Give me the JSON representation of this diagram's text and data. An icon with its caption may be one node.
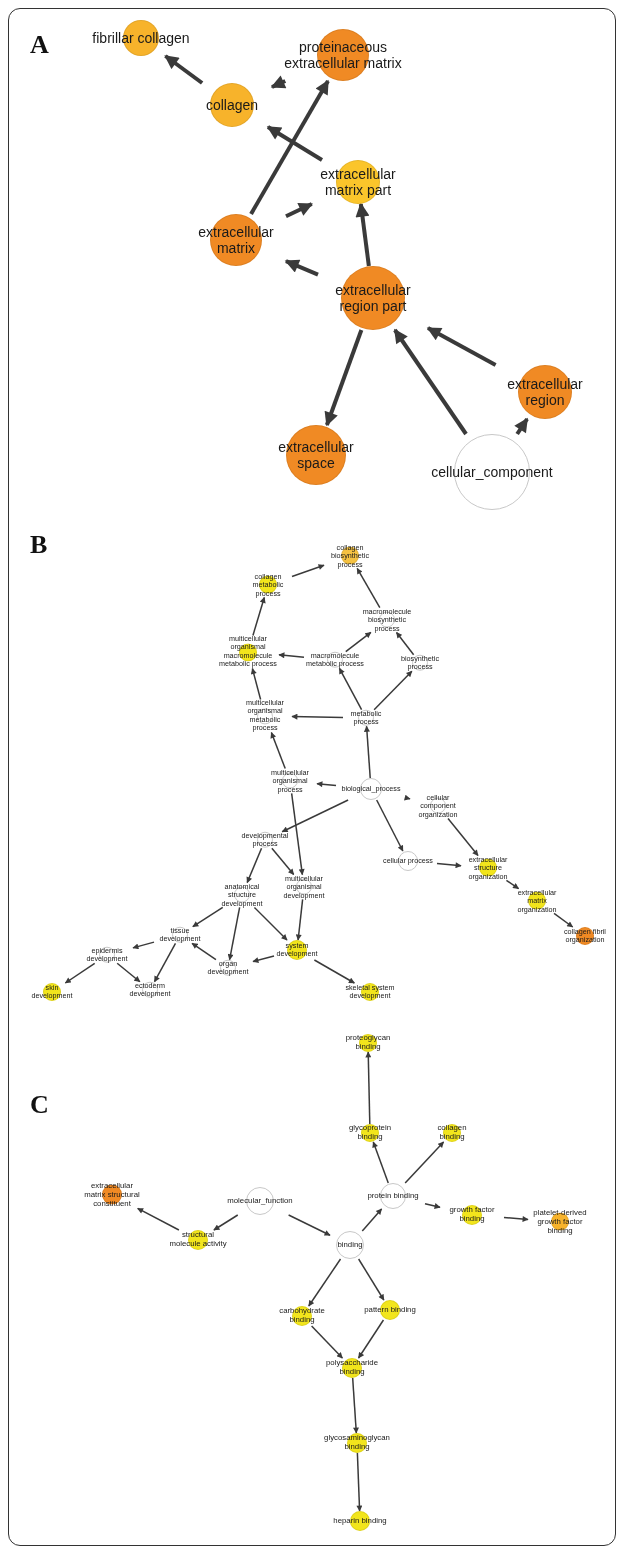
{
  "diagram": {
    "nodes": [
      {
        "text": [
          "fibrillar collagen"
        ]
      },
      {
        "text": [
          "proteinaceous extracellular matrix"
        ]
      },
      {
        "text": [
          "collagen"
        ]
      },
      {
        "text": [
          "extracellular matrix part"
        ]
      },
      {
        "text": [
          "extracellular matrix"
        ]
      },
      {
        "text": [
          "extracellular region part"
        ]
      },
      {
        "text": [
          "extracellular region"
        ]
      },
      {
        "text": [
          "extracellular space"
        ]
      },
      {
        "text": [
          "cellular_component"
        ]
      },
      {
        "text": [
          "collagen biosynthetic process"
        ]
      },
      {
        "text": [
          "collagen metabolic process"
        ]
      },
      {
        "text": [
          "multicellular organismal macromolecule metabolic process"
        ]
      },
      {
        "text": [
          "macromolecule biosynthetic process"
        ]
      },
      {
        "text": [
          "macromolecule metabolic process"
        ]
      },
      {
        "text": [
          "biosynthetic process"
        ]
      },
      {
        "text": [
          "multicellular organismal metabolic process"
        ]
      },
      {
        "text": [
          "metabolic process"
        ]
      },
      {
        "text": [
          "multicellular organismal process"
        ]
      },
      {
        "text": [
          "biological_process"
        ]
      },
      {
        "text": [
          "cellular component organization"
        ]
      },
      {
        "text": [
          "developmental process"
        ]
      },
      {
        "text": [
          "cellular process"
        ]
      },
      {
        "text": [
          "extracellular structure organization"
        ]
      },
      {
        "text": [
          "anatomical structure development"
        ]
      },
      {
        "text": [
          "multicellular organismal development"
        ]
      },
      {
        "text": [
          "extracellular matrix organization"
        ]
      },
      {
        "text": [
          "tissue development"
        ]
      },
      {
        "text": [
          "epidermis development"
        ]
      },
      {
        "text": [
          "organ development"
        ]
      },
      {
        "text": [
          "system development"
        ]
      },
      {
        "text": [
          "collagen fibril organization"
        ]
      },
      {
        "text": [
          "skin development"
        ]
      },
      {
        "text": [
          "ectoderm development"
        ]
      },
      {
        "text": [
          "skeletal system development"
        ]
      },
      {
        "text": [
          "extracellular matrix structural constituent"
        ]
      },
      {
        "text": [
          "molecular_function"
        ]
      },
      {
        "text": [
          "structural molecule activity"
        ]
      },
      {
        "text": [
          "proteoglycan binding"
        ]
      },
      {
        "text": [
          "glycoprotein binding"
        ]
      },
      {
        "text": [
          "collagen binding"
        ]
      },
      {
        "text": [
          "protein binding"
        ]
      },
      {
        "text": [
          "growth factor binding"
        ]
      },
      {
        "text": [
          "platelet-derived growth factor binding"
        ]
      },
      {
        "text": [
          "binding"
        ]
      },
      {
        "text": [
          "carbohydrate binding"
        ]
      },
      {
        "text": [
          "pattern binding"
        ]
      },
      {
        "text": [
          "polysaccharide binding"
        ]
      },
      {
        "text": [
          "glycosaminoglycan binding"
        ]
      },
      {
        "text": [
          "heparin binding"
        ]
      }
    ],
    "edges": [
      {
        "from": 2,
        "to": 0,
        "arrow": "to",
        "style": "thick"
      },
      {
        "from": 1,
        "to": 2,
        "arrow": "to",
        "style": "thick"
      },
      {
        "from": 3,
        "to": 2,
        "arrow": "to",
        "style": "thick"
      },
      {
        "from": 4,
        "to": 1,
        "arrow": "to",
        "style": "thick"
      },
      {
        "from": 4,
        "to": 3,
        "arrow": "to",
        "style": "thick"
      },
      {
        "from": 5,
        "to": 3,
        "arrow": "to",
        "style": "thick"
      },
      {
        "from": 5,
        "to": 4,
        "arrow": "to",
        "style": "thick"
      },
      {
        "from": 5,
        "to": 7,
        "arrow": "to",
        "style": "thick"
      },
      {
        "from": 6,
        "to": 5,
        "arrow": "to",
        "style": "thick"
      },
      {
        "from": 8,
        "to": 5,
        "arrow": "to",
        "style": "thick"
      },
      {
        "from": 8,
        "to": 6,
        "arrow": "to",
        "style": "thick"
      },
      {
        "from": 10,
        "to": 9,
        "arrow": "to"
      },
      {
        "from": 12,
        "to": 9,
        "arrow": "to"
      },
      {
        "from": 11,
        "to": 10,
        "arrow": "to"
      },
      {
        "from": 13,
        "to": 11,
        "arrow": "to"
      },
      {
        "from": 13,
        "to": 12,
        "arrow": "to"
      },
      {
        "from": 14,
        "to": 12,
        "arrow": "to"
      },
      {
        "from": 16,
        "to": 13,
        "arrow": "to"
      },
      {
        "from": 16,
        "to": 14,
        "arrow": "to"
      },
      {
        "from": 16,
        "to": 15,
        "arrow": "to"
      },
      {
        "from": 15,
        "to": 11,
        "arrow": "to"
      },
      {
        "from": 18,
        "to": 16,
        "arrow": "to"
      },
      {
        "from": 17,
        "to": 15,
        "arrow": "to"
      },
      {
        "from": 18,
        "to": 17,
        "arrow": "to"
      },
      {
        "from": 18,
        "to": 19,
        "arrow": "to"
      },
      {
        "from": 18,
        "to": 20,
        "arrow": "to"
      },
      {
        "from": 18,
        "to": 21,
        "arrow": "to"
      },
      {
        "from": 17,
        "to": 24,
        "arrow": "to"
      },
      {
        "from": 19,
        "to": 22,
        "arrow": "to"
      },
      {
        "from": 21,
        "to": 22,
        "arrow": "to"
      },
      {
        "from": 22,
        "to": 25,
        "arrow": "to"
      },
      {
        "from": 25,
        "to": 30,
        "arrow": "to"
      },
      {
        "from": 20,
        "to": 23,
        "arrow": "to"
      },
      {
        "from": 20,
        "to": 24,
        "arrow": "to"
      },
      {
        "from": 24,
        "to": 29,
        "arrow": "to"
      },
      {
        "from": 23,
        "to": 26,
        "arrow": "to"
      },
      {
        "from": 23,
        "to": 28,
        "arrow": "to"
      },
      {
        "from": 23,
        "to": 29,
        "arrow": "to"
      },
      {
        "from": 26,
        "to": 27,
        "arrow": "to"
      },
      {
        "from": 26,
        "to": 32,
        "arrow": "to"
      },
      {
        "from": 28,
        "to": 26,
        "arrow": "to"
      },
      {
        "from": 29,
        "to": 28,
        "arrow": "to"
      },
      {
        "from": 29,
        "to": 33,
        "arrow": "to"
      },
      {
        "from": 27,
        "to": 31,
        "arrow": "to"
      },
      {
        "from": 27,
        "to": 32,
        "arrow": "to"
      },
      {
        "from": 35,
        "to": 36,
        "arrow": "to"
      },
      {
        "from": 36,
        "to": 34,
        "arrow": "to"
      },
      {
        "from": 35,
        "to": 43,
        "arrow": "to"
      },
      {
        "from": 43,
        "to": 40,
        "arrow": "to"
      },
      {
        "from": 40,
        "to": 38,
        "arrow": "to"
      },
      {
        "from": 38,
        "to": 37,
        "arrow": "to"
      },
      {
        "from": 40,
        "to": 39,
        "arrow": "to"
      },
      {
        "from": 40,
        "to": 41,
        "arrow": "to"
      },
      {
        "from": 41,
        "to": 42,
        "arrow": "to"
      },
      {
        "from": 43,
        "to": 44,
        "arrow": "to"
      },
      {
        "from": 43,
        "to": 45,
        "arrow": "to"
      },
      {
        "from": 44,
        "to": 46,
        "arrow": "to"
      },
      {
        "from": 45,
        "to": 46,
        "arrow": "to"
      },
      {
        "from": 46,
        "to": 47,
        "arrow": "to"
      },
      {
        "from": 47,
        "to": 48,
        "arrow": "to"
      }
    ],
    "labels": [
      "A",
      "B",
      "C"
    ]
  }
}
